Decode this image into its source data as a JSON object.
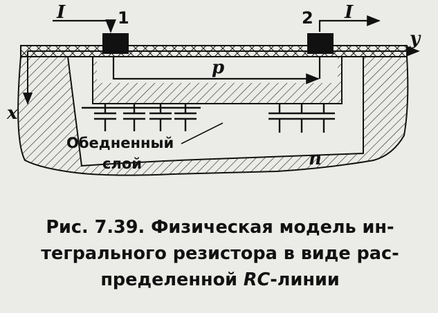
{
  "figure": {
    "current_label_left": "I",
    "current_label_right": "I",
    "contact_1": "1",
    "contact_2": "2",
    "axis_y": "y",
    "axis_x": "x",
    "region_p": "p",
    "region_n": "n",
    "depletion_line1": "Обедненный",
    "depletion_line2": "слой"
  },
  "caption": {
    "prefix": "Рис. 7.39.",
    "text_line1": "Физическая модель ин-",
    "text_line2": "тегрального резистора в виде рас-",
    "text_line3_a": "пределенной ",
    "text_line3_rc": "RC",
    "text_line3_b": "-линии"
  },
  "colors": {
    "ink": "#111111",
    "paper": "#ebebe7"
  }
}
